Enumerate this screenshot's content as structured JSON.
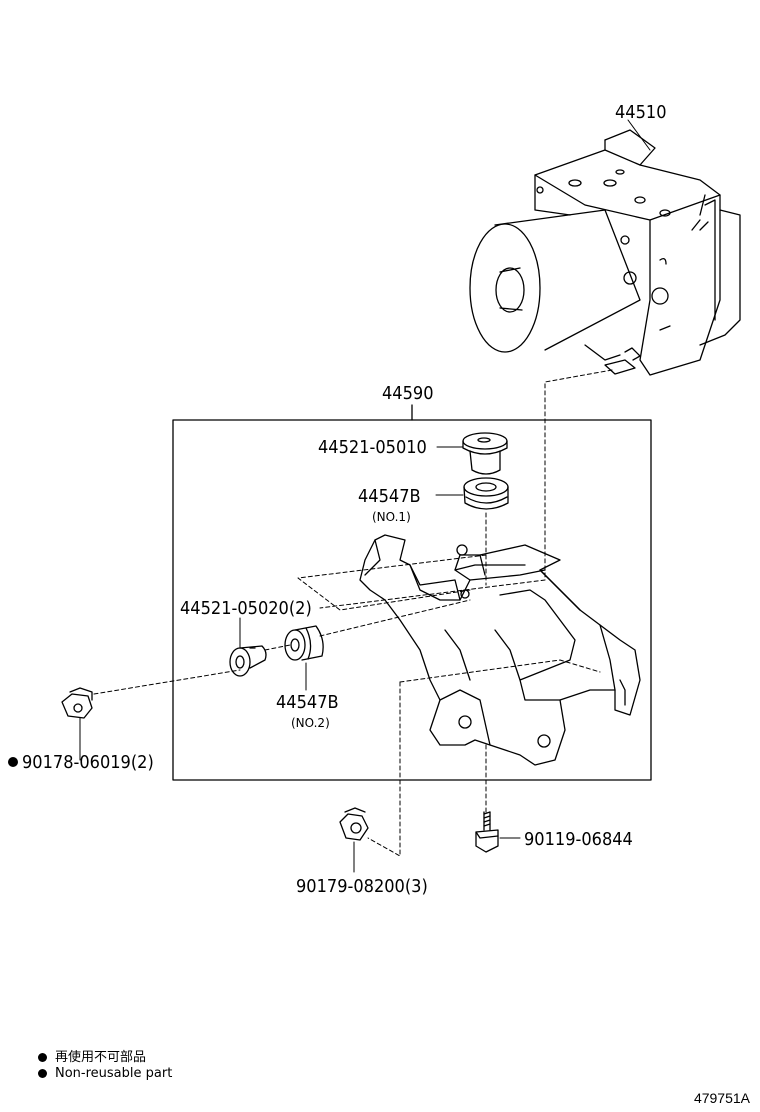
{
  "parts": {
    "abs_actuator": "44510",
    "bracket_assy": "44590",
    "collar_1": "44521-05010",
    "cushion_1": "44547B",
    "cushion_1_sub": "(NO.1)",
    "collar_2": "44521-05020(2)",
    "cushion_2": "44547B",
    "cushion_2_sub": "(NO.2)",
    "nut_1": "90178-06019(2)",
    "bolt": "90119-06844",
    "nut_2": "90179-08200(3)"
  },
  "notes": {
    "jp": "再使用不可部品",
    "en": "Non-reusable part"
  },
  "figure_id": "479751A"
}
